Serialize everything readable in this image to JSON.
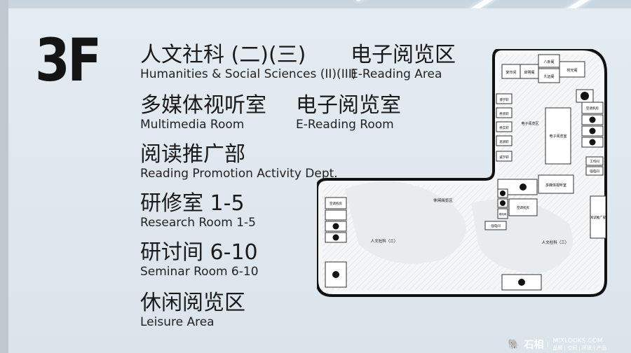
{
  "floor": "3F",
  "entries": [
    {
      "zh": "人文社科 (二)(三)",
      "en": "Humanities & Social Sciences (II)(III)"
    },
    {
      "zh": "电子阅览区",
      "en": "E-Reading Area"
    },
    {
      "zh": "多媒体视听室",
      "en": "Multimedia Room"
    },
    {
      "zh": "电子阅览室",
      "en": "E-Reading Room"
    },
    {
      "zh": "阅读推广部",
      "en": "Reading Promotion Activity Dept."
    },
    {
      "zh": "研修室 1-5",
      "en": "Research Room 1-5"
    },
    {
      "zh": "研讨间 6-10",
      "en": "Seminar Room 6-10"
    },
    {
      "zh": "休闲阅览区",
      "en": "Leisure Area"
    }
  ],
  "map": {
    "labels": {
      "fuyin": "复印间",
      "qimingge": "启明阁",
      "bagua": "八卦阁",
      "jiuyuan": "久远阁",
      "shiguang": "时光阁",
      "boxue": "博学轩",
      "jingshi": "养贤轩",
      "jianshi": "养实轩",
      "jiaoshi": "思辨轩",
      "chengxue": "诚学轩",
      "dianzi_area": "电子阅览区",
      "dianzi_room": "电子阅览室",
      "kongtiao1": "空调机房",
      "gongzuo": "工作间",
      "qiangdian": "强电间",
      "duomeiti": "多媒体视听室",
      "xiuxian": "休闲阅览区",
      "kongtiao2": "空调机房",
      "kongtiao3": "空调机房",
      "ruodian": "弱电间",
      "qiangdian2": "强电间",
      "renwen2": "人文社科（二）",
      "renwen3": "人文社科（三）",
      "yuedu": "阅读推广部"
    }
  },
  "logo": {
    "brand": "石相",
    "url": "MIXLOOKS.COM",
    "tagline": "品牌 | 空间 | 环境 | 产品"
  }
}
